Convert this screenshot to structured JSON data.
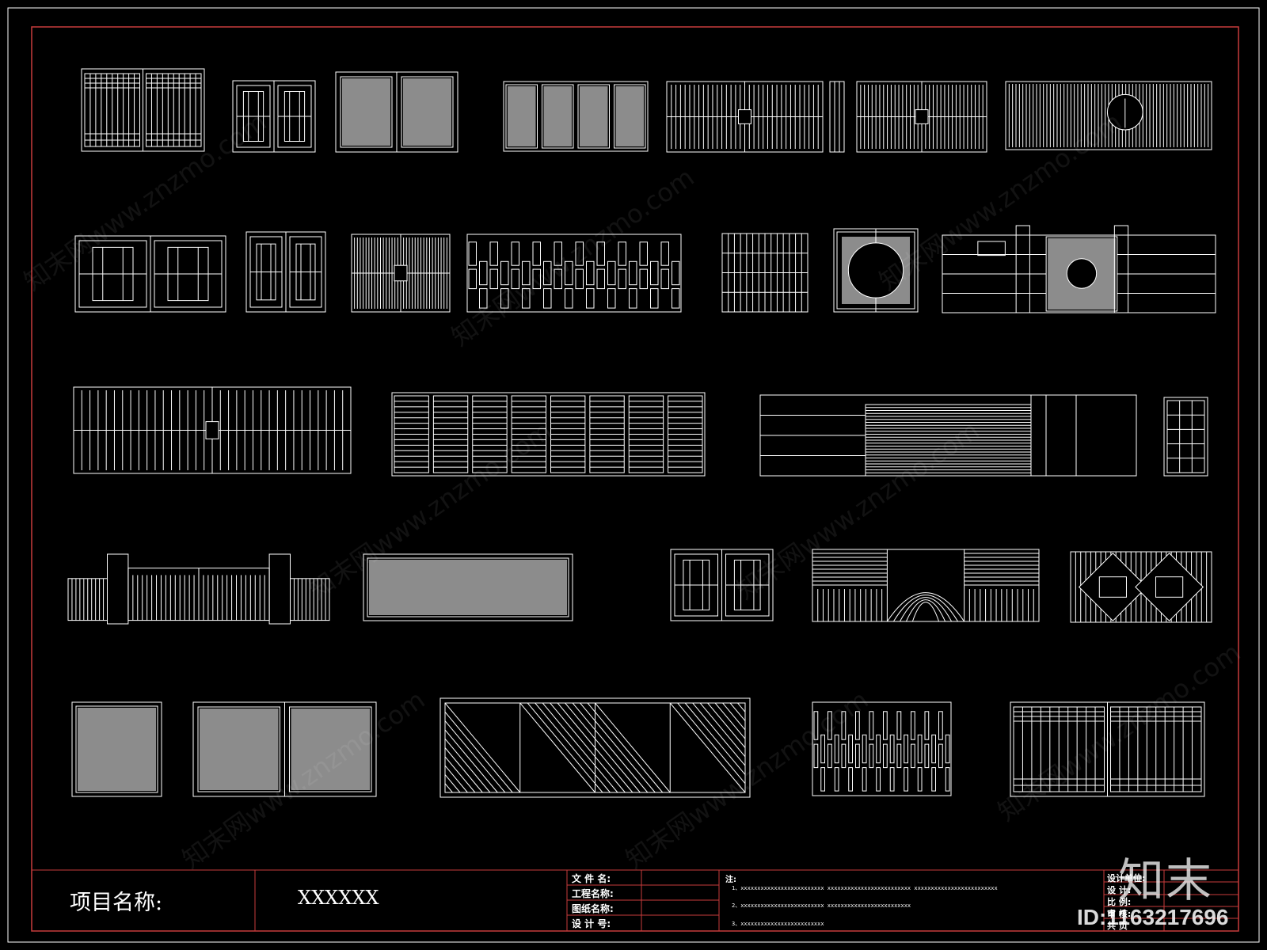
{
  "colors": {
    "background": "#000000",
    "line": "#ffffff",
    "frame": "#c83c3c",
    "panel": "#ffffff"
  },
  "title_block": {
    "project_label": "项目名称:",
    "project_value": "XXXXXX",
    "fields": [
      "文 件 名:",
      "工程名称:",
      "图纸名称:",
      "设 计 号:"
    ],
    "notes_title": "注:",
    "notes": [
      "1、xxxxxxxxxxxxxxxxxxxxxxxxx    xxxxxxxxxxxxxxxxxxxxxxxxx    xxxxxxxxxxxxxxxxxxxxxxxxx",
      "2、xxxxxxxxxxxxxxxxxxxxxxxxx    xxxxxxxxxxxxxxxxxxxxxxxxx",
      "3、xxxxxxxxxxxxxxxxxxxxxxxxx"
    ],
    "right_fields": [
      "设计单位:",
      "设    计:",
      "比    例:",
      "审    核:",
      "共    页"
    ]
  },
  "watermark": {
    "brand": "知末",
    "id_text": "ID:1163217696",
    "site_text": "知末网www.znzmo.com"
  },
  "gate_drawings": [
    {
      "row": 1,
      "kind": "grille-double"
    },
    {
      "row": 1,
      "kind": "frame-double"
    },
    {
      "row": 1,
      "kind": "lattice-double"
    },
    {
      "row": 1,
      "kind": "lattice-quad"
    },
    {
      "row": 1,
      "kind": "bars-double"
    },
    {
      "row": 1,
      "kind": "post"
    },
    {
      "row": 1,
      "kind": "bars-double"
    },
    {
      "row": 1,
      "kind": "sliding-logo"
    },
    {
      "row": 2,
      "kind": "frame-double"
    },
    {
      "row": 2,
      "kind": "frame-double"
    },
    {
      "row": 2,
      "kind": "bars-double"
    },
    {
      "row": 2,
      "kind": "stagger"
    },
    {
      "row": 2,
      "kind": "bars-single"
    },
    {
      "row": 2,
      "kind": "moon-gate"
    },
    {
      "row": 2,
      "kind": "wall-gate"
    },
    {
      "row": 3,
      "kind": "bars-double"
    },
    {
      "row": 3,
      "kind": "slat-panels"
    },
    {
      "row": 3,
      "kind": "sliding-slats"
    },
    {
      "row": 3,
      "kind": "frame-single"
    },
    {
      "row": 4,
      "kind": "fence-gate"
    },
    {
      "row": 4,
      "kind": "lattice-single"
    },
    {
      "row": 4,
      "kind": "frame-double"
    },
    {
      "row": 4,
      "kind": "wave-gate"
    },
    {
      "row": 4,
      "kind": "diamond-gate"
    },
    {
      "row": 5,
      "kind": "lattice-single"
    },
    {
      "row": 5,
      "kind": "lattice-double"
    },
    {
      "row": 5,
      "kind": "diagonal-gate"
    },
    {
      "row": 5,
      "kind": "stagger"
    },
    {
      "row": 5,
      "kind": "grille-double"
    }
  ]
}
